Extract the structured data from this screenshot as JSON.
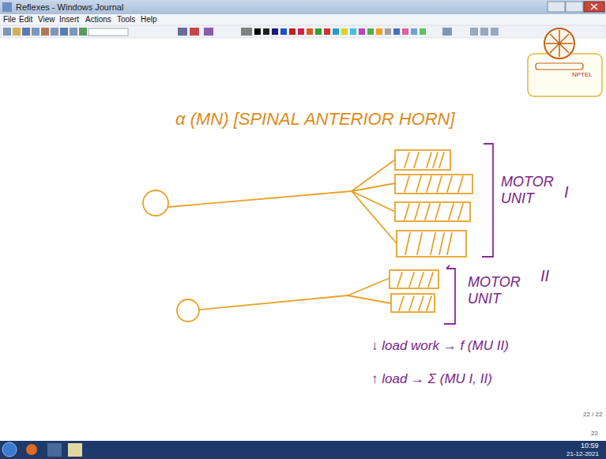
{
  "diagram": {
    "labels": [
      "Reflexes - Windows Journal",
      "File",
      "Edit",
      "View",
      "Insert",
      "Actions",
      "Tools",
      "Help",
      "NPTEL",
      "α (MN) [SPINAL ANTERIOR HORN]",
      "MOTOR UNIT",
      "I",
      "MOTOR UNIT",
      "II",
      "↓ load work → f (MU II)",
      "↑ load → Σ (MU I, II)",
      "22 / 22",
      "22",
      "10:59",
      "21-12-2021"
    ]
  }
}
